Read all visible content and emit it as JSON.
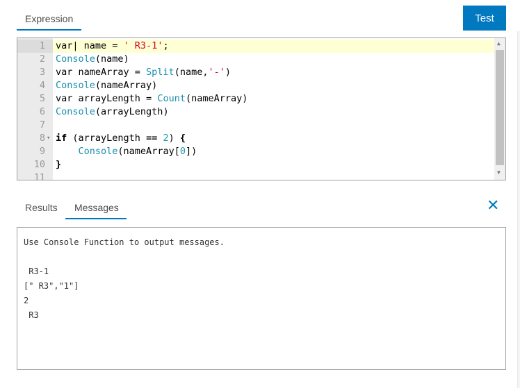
{
  "tabs_top": [
    {
      "label": "Expression"
    }
  ],
  "test_button": "Test",
  "code_lines": [
    {
      "n": "1",
      "parts": [
        [
          "",
          "var"
        ],
        [
          "",
          "| name = "
        ],
        [
          "str",
          "' R3-1'"
        ],
        [
          "",
          ";"
        ]
      ]
    },
    {
      "n": "2",
      "parts": [
        [
          "fn",
          "Console"
        ],
        [
          "",
          "(name)"
        ]
      ]
    },
    {
      "n": "3",
      "parts": [
        [
          "",
          "var nameArray = "
        ],
        [
          "fn",
          "Split"
        ],
        [
          "",
          "(name,"
        ],
        [
          "str",
          "'-'"
        ],
        [
          "",
          ")"
        ]
      ]
    },
    {
      "n": "4",
      "parts": [
        [
          "fn",
          "Console"
        ],
        [
          "",
          "(nameArray)"
        ]
      ]
    },
    {
      "n": "5",
      "parts": [
        [
          "",
          "var arrayLength = "
        ],
        [
          "fn",
          "Count"
        ],
        [
          "",
          "(nameArray)"
        ]
      ]
    },
    {
      "n": "6",
      "parts": [
        [
          "fn",
          "Console"
        ],
        [
          "",
          "(arrayLength)"
        ]
      ]
    },
    {
      "n": "7",
      "parts": []
    },
    {
      "n": "8",
      "parts": [
        [
          "b",
          "if"
        ],
        [
          "",
          " (arrayLength "
        ],
        [
          "b",
          "=="
        ],
        [
          "",
          "",
          " "
        ],
        [
          "num",
          "2"
        ],
        [
          "",
          ") "
        ],
        [
          "b",
          "{"
        ]
      ]
    },
    {
      "n": "9",
      "parts": [
        [
          "",
          "    "
        ],
        [
          "fn",
          "Console"
        ],
        [
          "",
          "(nameArray["
        ],
        [
          "num",
          "0"
        ],
        [
          "",
          "])"
        ]
      ]
    },
    {
      "n": "10",
      "parts": [
        [
          "b",
          "}"
        ]
      ]
    },
    {
      "n": "11",
      "parts": []
    }
  ],
  "bottom_tabs": [
    {
      "label": "Results"
    },
    {
      "label": "Messages"
    }
  ],
  "messages": [
    "Use Console Function to output messages.",
    "",
    " R3-1",
    "[\" R3\",\"1\"]",
    "2",
    " R3"
  ]
}
